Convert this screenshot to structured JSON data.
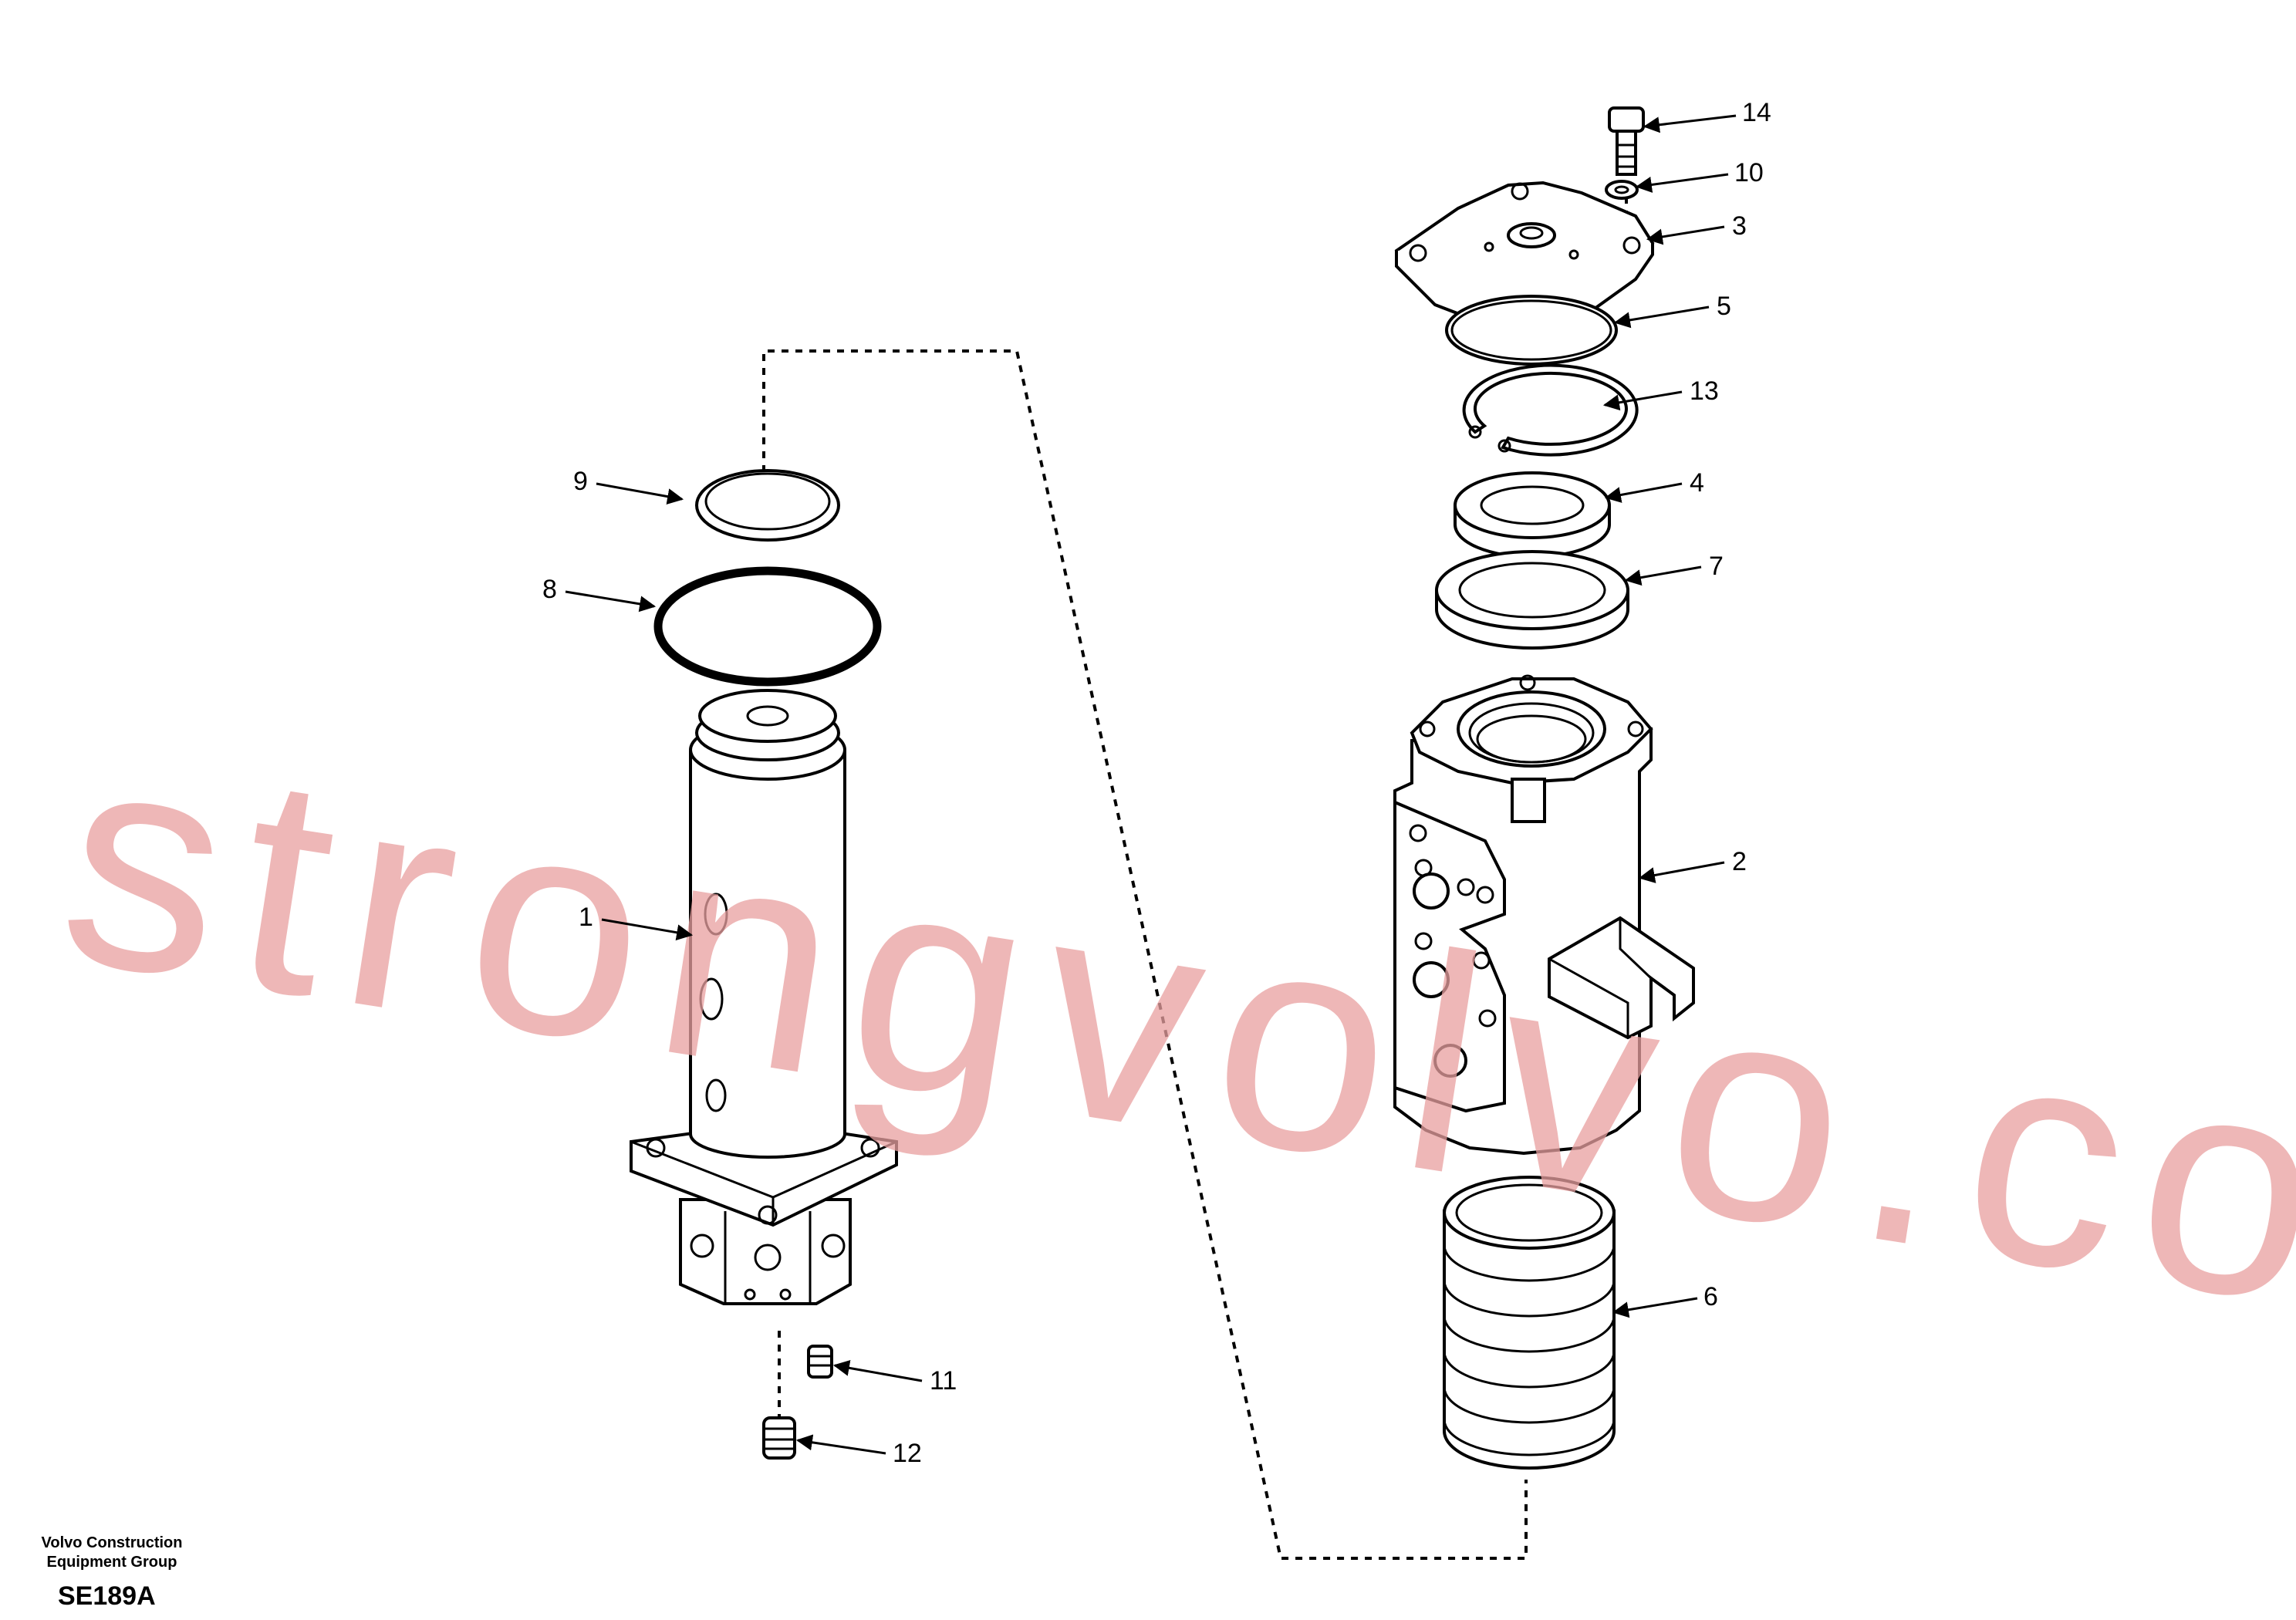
{
  "callouts": [
    {
      "id": "14",
      "label": "14"
    },
    {
      "id": "10",
      "label": "10"
    },
    {
      "id": "3",
      "label": "3"
    },
    {
      "id": "5",
      "label": "5"
    },
    {
      "id": "13",
      "label": "13"
    },
    {
      "id": "4",
      "label": "4"
    },
    {
      "id": "7",
      "label": "7"
    },
    {
      "id": "9",
      "label": "9"
    },
    {
      "id": "8",
      "label": "8"
    },
    {
      "id": "1",
      "label": "1"
    },
    {
      "id": "2",
      "label": "2"
    },
    {
      "id": "6",
      "label": "6"
    },
    {
      "id": "11",
      "label": "11"
    },
    {
      "id": "12",
      "label": "12"
    }
  ],
  "watermark": "strongvolvo.com",
  "footer": {
    "company_line1": "Volvo Construction",
    "company_line2": "Equipment Group",
    "drawing_code": "SE189A"
  },
  "colors": {
    "line": "#000000",
    "watermark": "#e9a0a0",
    "background": "#ffffff"
  }
}
